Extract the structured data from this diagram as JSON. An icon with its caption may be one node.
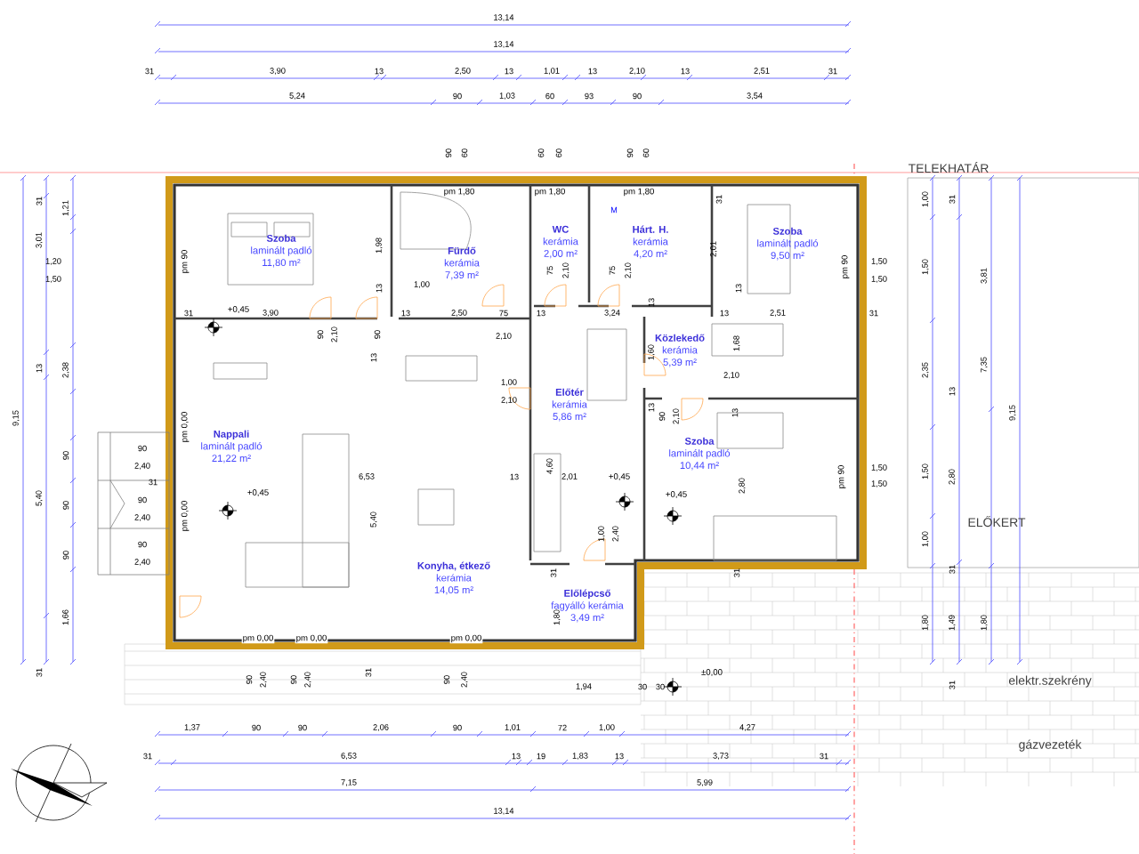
{
  "diagram": {
    "nodes": [
      {
        "text": [
          "Szoba",
          "laminált padló",
          "11,80 m²"
        ]
      },
      {
        "text": [
          "Fürdő",
          "kerámia",
          "7,39 m²"
        ]
      },
      {
        "text": [
          "WC",
          "kerámia",
          "2,00 m²"
        ]
      },
      {
        "text": [
          "Hárt. H.",
          "kerámia",
          "4,20 m²"
        ]
      },
      {
        "text": [
          "Szoba",
          "laminált padló",
          "9,50 m²"
        ]
      },
      {
        "text": [
          "Közlekedő",
          "kerámia",
          "5,39 m²"
        ]
      },
      {
        "text": [
          "Nappali",
          "laminált padló",
          "21,22 m²"
        ]
      },
      {
        "text": [
          "Előtér",
          "kerámia",
          "5,86 m²"
        ]
      },
      {
        "text": [
          "Szoba",
          "laminált padló",
          "10,44 m²"
        ]
      },
      {
        "text": [
          "Konyha, étkező",
          "kerámia",
          "14,05 m²"
        ]
      },
      {
        "text": [
          "Előlépcső",
          "fagyálló kerámia",
          "3,49 m²"
        ]
      }
    ],
    "labels": [
      "13,14",
      "13,14",
      "31",
      "3,90",
      "13",
      "2,50",
      "13",
      "1,01",
      "13",
      "2,10",
      "13",
      "2,51",
      "31",
      "5,24",
      "90",
      "1,03",
      "60",
      "93",
      "90",
      "3,54",
      "90",
      "60",
      "60",
      "60",
      "90",
      "60",
      "TELEKHATÁR",
      "pm 1,80",
      "pm 1,80",
      "pm 1,80",
      "31",
      "1,21",
      "3,01",
      "1,20",
      "1,50",
      "pm 90",
      "31",
      "+0,45",
      "3,90",
      "1,98",
      "13",
      "90",
      "2,10",
      "90",
      "13",
      "1,00",
      "13",
      "2,50",
      "75",
      "2,10",
      "13",
      "1,00",
      "2,10",
      "75",
      "2,10",
      "75",
      "2,10",
      "M",
      "31",
      "2,01",
      "13",
      "pm 90",
      "1,50",
      "1,50",
      "3,24",
      "13",
      "13",
      "2,51",
      "31",
      "1,60",
      "1,68",
      "2,10",
      "13",
      "90",
      "2,10",
      "13",
      "4,60",
      "13",
      "2,01",
      "+0,45",
      "pm 0,00",
      "90",
      "2,40",
      "31",
      "6,53",
      "5,40",
      "pm 0,00",
      "+0,45",
      "90",
      "2,40",
      "90",
      "2,40",
      "9,15",
      "13",
      "2,38",
      "5,40",
      "90",
      "90",
      "90",
      "1,66",
      "1,00",
      "31",
      "1,50",
      "3,81",
      "2,35",
      "7,35",
      "13",
      "9,15",
      "1,50",
      "2,80",
      "ELŐKERT",
      "1,00",
      "31",
      "1,80",
      "1,49",
      "1,80",
      "31",
      "2,80",
      "+0,45",
      "pm 90",
      "1,50",
      "1,50",
      "1,00",
      "2,40",
      "31",
      "31",
      "1,80",
      "pm 0,00",
      "pm 0,00",
      "pm 0,00",
      "90",
      "2,40",
      "90",
      "2,40",
      "90",
      "2,40",
      "31",
      "31",
      "1,94",
      "30",
      "30",
      "±0,00",
      "elektr.szekrény",
      "1,37",
      "90",
      "90",
      "2,06",
      "90",
      "1,01",
      "72",
      "1,00",
      "4,27",
      "gázvezeték",
      "31",
      "6,53",
      "13",
      "19",
      "1,83",
      "13",
      "3,73",
      "31",
      "7,15",
      "5,99",
      "13,14"
    ]
  }
}
